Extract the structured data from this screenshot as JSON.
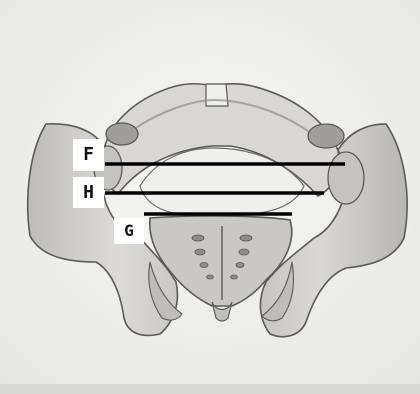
{
  "figure": {
    "labels": {
      "f": "F",
      "h": "H",
      "g": "G"
    },
    "colors": {
      "paper": "#f1f1ef",
      "bone_fill": "#d6d5d1",
      "bone_shade": "#a8a7a2",
      "bone_outline": "#5b5a56",
      "measure_line": "#000000",
      "label_bg": "#ffffff"
    }
  }
}
